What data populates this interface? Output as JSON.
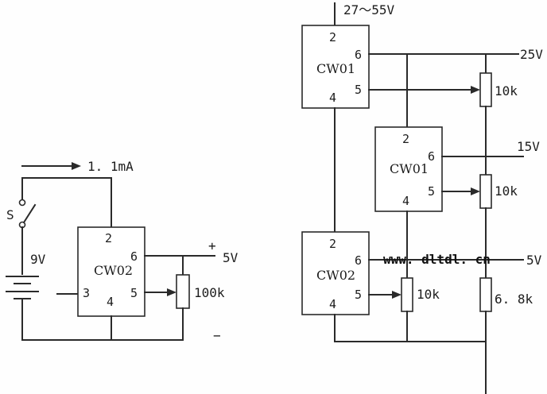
{
  "left_circuit": {
    "current_label": "1. 1mA",
    "switch_label": "S",
    "battery_label": "9V",
    "chip": {
      "name": "CW02",
      "pins": {
        "p2": "2",
        "p3": "3",
        "p4": "4",
        "p5": "5",
        "p6": "6"
      }
    },
    "plus_sign": "+",
    "minus_sign": "−",
    "output_label": "5V",
    "resistor_label": "100k"
  },
  "right_circuit": {
    "input_label": "27～55V",
    "chip_top": {
      "name": "CW01",
      "pins": {
        "p2": "2",
        "p4": "4",
        "p5": "5",
        "p6": "6"
      }
    },
    "chip_mid": {
      "name": "CW01",
      "pins": {
        "p2": "2",
        "p4": "4",
        "p5": "5",
        "p6": "6"
      }
    },
    "chip_bot": {
      "name": "CW02",
      "pins": {
        "p2": "2",
        "p4": "4",
        "p5": "5",
        "p6": "6"
      }
    },
    "output_25v": "25V",
    "output_15v": "15V",
    "output_5v": "5V",
    "r_top_label": "10k",
    "r_mid_label": "10k",
    "r_bot_label": "10k",
    "r_fixed_label": "6. 8k"
  },
  "watermark": "www. dltdl. cn"
}
